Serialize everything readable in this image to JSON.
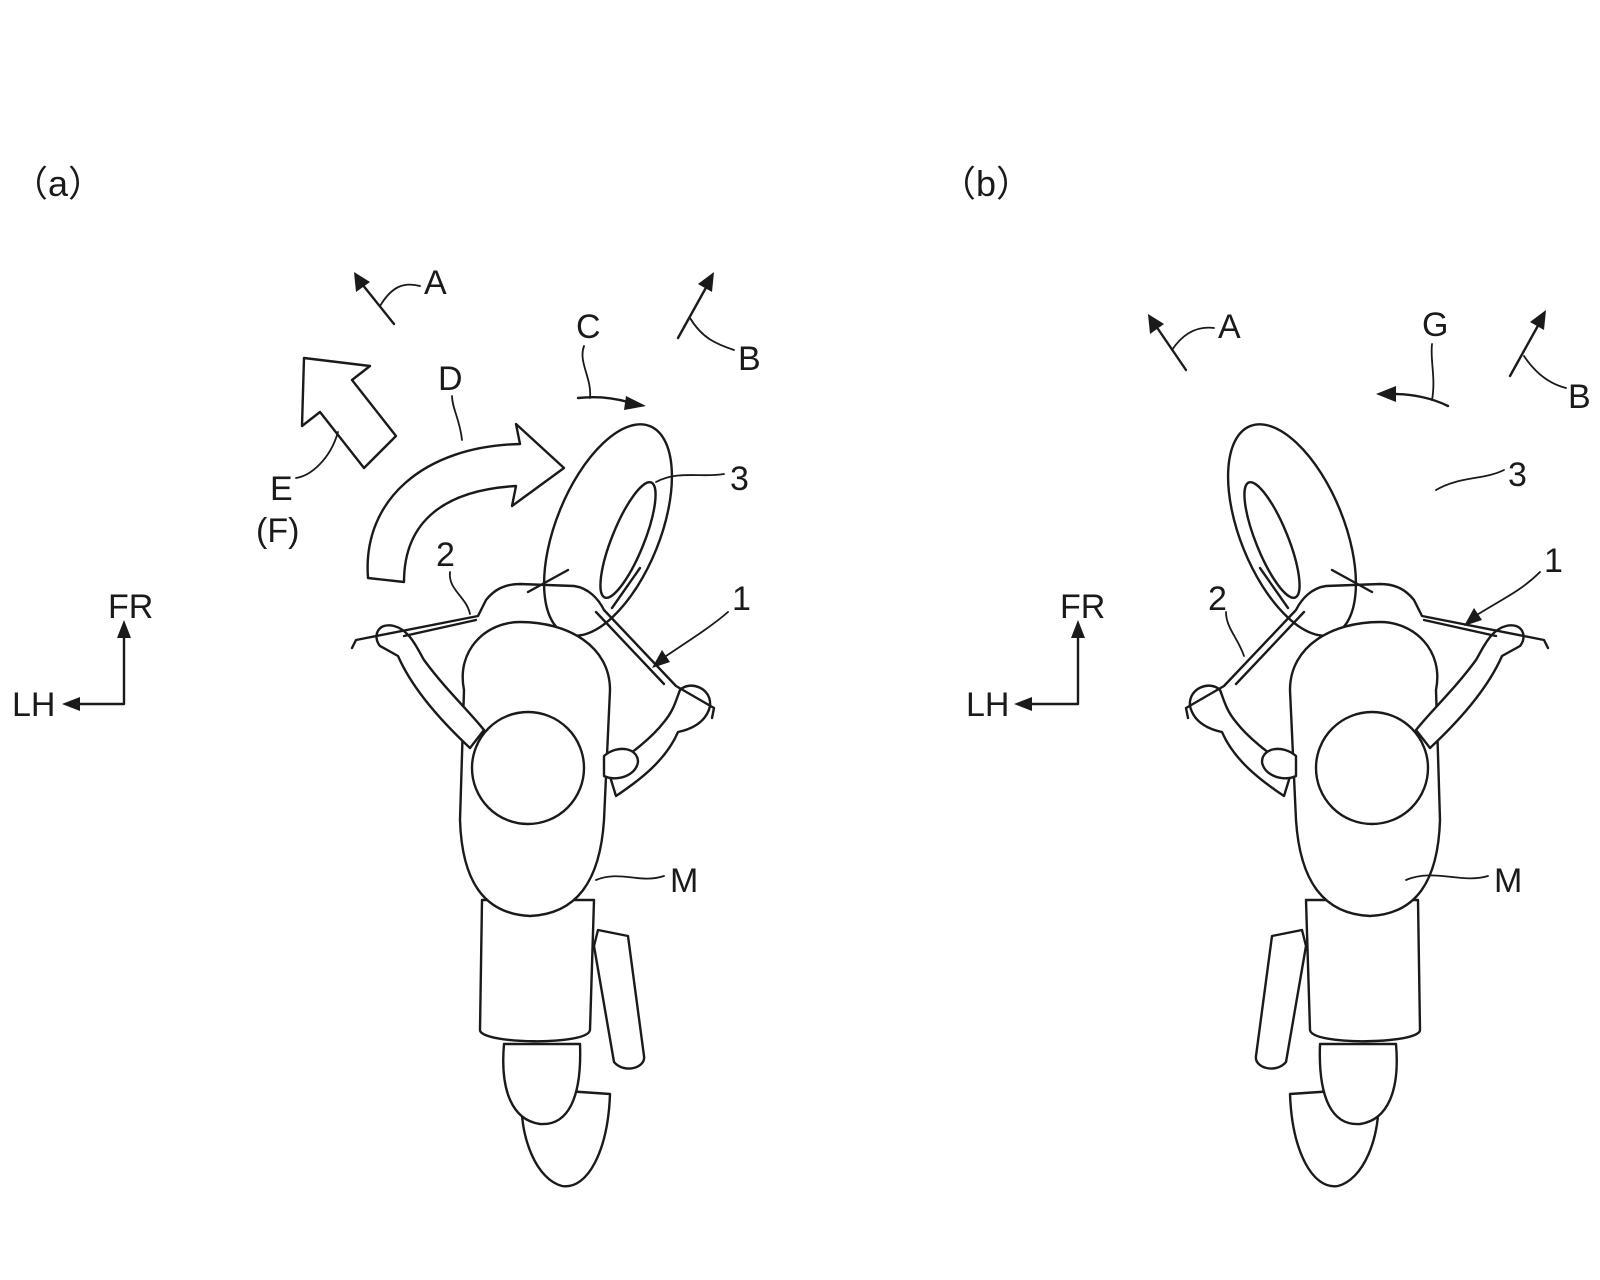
{
  "panels": {
    "a": {
      "title": "（a）",
      "labels": {
        "A": "A",
        "B": "B",
        "C": "C",
        "D": "D",
        "E": "E",
        "F": "(F)",
        "n1": "1",
        "n2": "2",
        "n3": "3",
        "M": "M"
      }
    },
    "b": {
      "title": "（b）",
      "labels": {
        "A": "A",
        "B": "B",
        "G": "G",
        "n1": "1",
        "n2": "2",
        "n3": "3",
        "M": "M"
      }
    }
  },
  "orientation": {
    "front": "FR",
    "left": "LH"
  }
}
